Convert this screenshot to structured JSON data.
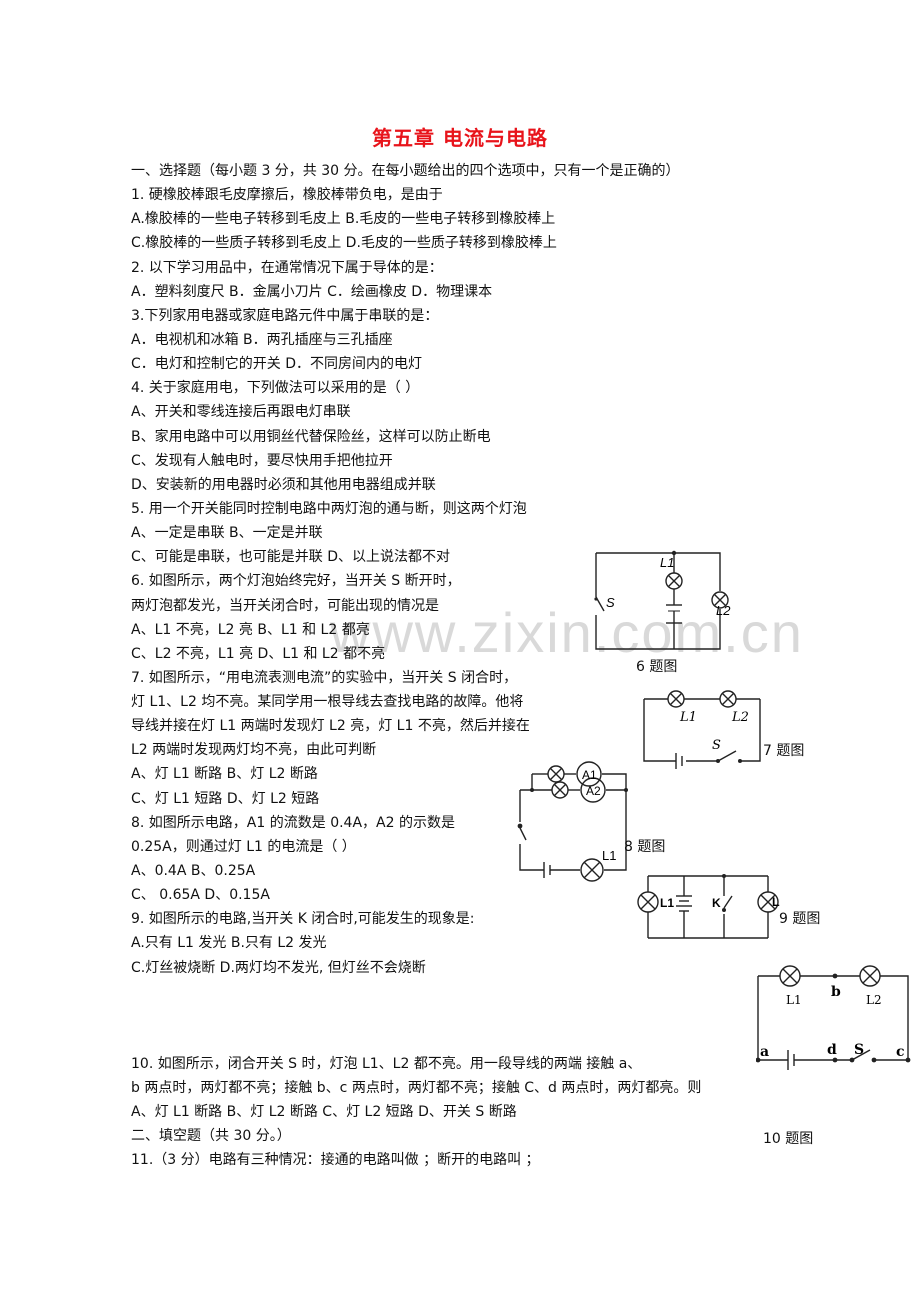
{
  "title": "第五章  电流与电路",
  "watermark": "www.zixin.com.cn",
  "lines": [
    "一、选择题（每小题 3 分，共 30 分。在每小题给出的四个选项中，只有一个是正确的）",
    "1. 硬橡胶棒跟毛皮摩擦后，橡胶棒带负电，是由于",
    "A.橡胶棒的一些电子转移到毛皮上          B.毛皮的一些电子转移到橡胶棒上",
    "C.橡胶棒的一些质子转移到毛皮上          D.毛皮的一些质子转移到橡胶棒上",
    "2. 以下学习用品中，在通常情况下属于导体的是：",
    "A．塑料刻度尺        B．金属小刀片         C．绘画橡皮          D．物理课本",
    "3.下列家用电器或家庭电路元件中属于串联的是：",
    "      A．电视机和冰箱                                  B．两孔插座与三孔插座",
    "   C．电灯和控制它的开关                    D．不同房间内的电灯",
    "4. 关于家庭用电，下列做法可以采用的是（     ）",
    "A、开关和零线连接后再跟电灯串联",
    "B、家用电路中可以用铜丝代替保险丝，这样可以防止断电",
    "C、发现有人触电时，要尽快用手把他拉开",
    "D、安装新的用电器时必须和其他用电器组成并联",
    "5. 用一个开关能同时控制电路中两灯泡的通与断，则这两个灯泡",
    "A、一定是串联                                    B、一定是并联",
    "C、可能是串联，也可能是并联          D、以上说法都不对",
    "6. 如图所示，两个灯泡始终完好，当开关 S 断开时，",
    "两灯泡都发光，当开关闭合时，可能出现的情况是",
    "A、L1 不亮，L2 亮                          B、L1 和 L2 都亮",
    "C、L2 不亮，L1 亮                          D、L1 和 L2 都不亮",
    "7. 如图所示，“用电流表测电流”的实验中，当开关 S 闭合时，",
    "灯 L1、L2 均不亮。某同学用一根导线去查找电路的故障。他将",
    "导线并接在灯 L1 两端时发现灯 L2 亮，灯 L1 不亮，然后并接在",
    "L2 两端时发现两灯均不亮，由此可判断",
    "A、灯 L1 断路                B、灯 L2 断路",
    "C、灯 L1 短路                D、灯 L2 短路",
    "8. 如图所示电路，A1 的流数是 0.4A，A2 的示数是",
    "0.25A，则通过灯 L1 的电流是（     ）",
    "A、0.4A          B、0.25A",
    "C、 0.65A        D、0.15A",
    "9. 如图所示的电路,当开关 K 闭合时,可能发生的现象是:",
    "A.只有 L1 发光                         B.只有 L2 发光",
    "C.灯丝被烧断                           D.两灯均不发光, 但灯丝不会烧断",
    "10. 如图所示，闭合开关 S 时，灯泡 L1、L2 都不亮。用一段导线的两端          接触 a、",
    "b 两点时，两灯都不亮；接触 b、c 两点时，两灯都不亮；接触 C、d 两点时，两灯都亮。则",
    "A、灯 L1 断路          B、灯 L2 断路          C、灯 L2 短路          D、开关 S 断路",
    "二、填空题（共 30 分。）",
    "11.（3 分）电路有三种情况：接通的电路叫做                  ；断开的电路叫                   ；"
  ],
  "figures": {
    "fig6": {
      "caption": "6 题图",
      "labels": [
        "L1",
        "L2",
        "S"
      ]
    },
    "fig7": {
      "caption": "7 题图",
      "labels": [
        "L1",
        "L2",
        "S"
      ]
    },
    "fig8": {
      "caption": "8 题图",
      "labels": [
        "A1",
        "A2",
        "L1"
      ]
    },
    "fig9": {
      "caption": "9 题图",
      "labels": [
        "L1",
        "K",
        "L2"
      ]
    },
    "fig10": {
      "caption": "10 题图",
      "labels": [
        "L1",
        "L2",
        "a",
        "b",
        "c",
        "d",
        "S"
      ]
    }
  }
}
